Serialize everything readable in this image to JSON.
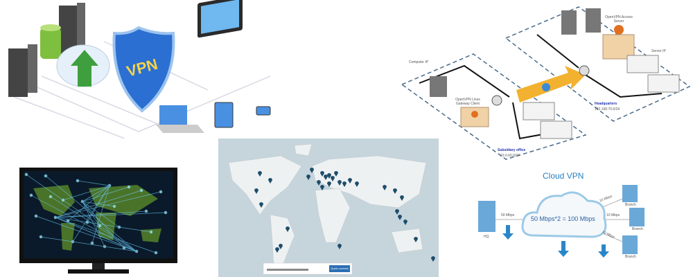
{
  "illustration": {
    "shield_text": "VPN"
  },
  "network_diagram": {
    "access_server": "OpenVPN Access Server",
    "gateway_client": "OpenVPN Linux Gateway Client",
    "computer_ip": "Computer IP",
    "server_ip": "Server IP",
    "headquarters": "Headquarters",
    "headquarters_subnet": "192.168.70.0/24",
    "subsidiary": "Subsidiary office",
    "subsidiary_subnet": "10.0.60.0/24"
  },
  "cloud_vpn": {
    "title": "Cloud VPN",
    "formula": "50 Mbps*2 = 100 Mbps",
    "hq_link": "50 Mbps",
    "branch_links": [
      "10 Mbps",
      "10 Mbps",
      "10 Mbps"
    ],
    "hq_label": "HQ",
    "branch_label": "Branch"
  },
  "map": {
    "connect_button": "Quick connect"
  },
  "colors": {
    "shield": "#2a6fd1",
    "tunnel": "#f2b12e",
    "cloud_text": "#2a7fbf",
    "tv_bg": "#0a1a2a",
    "map_sea": "#c6d5dc",
    "pin": "#1e4d6b"
  }
}
